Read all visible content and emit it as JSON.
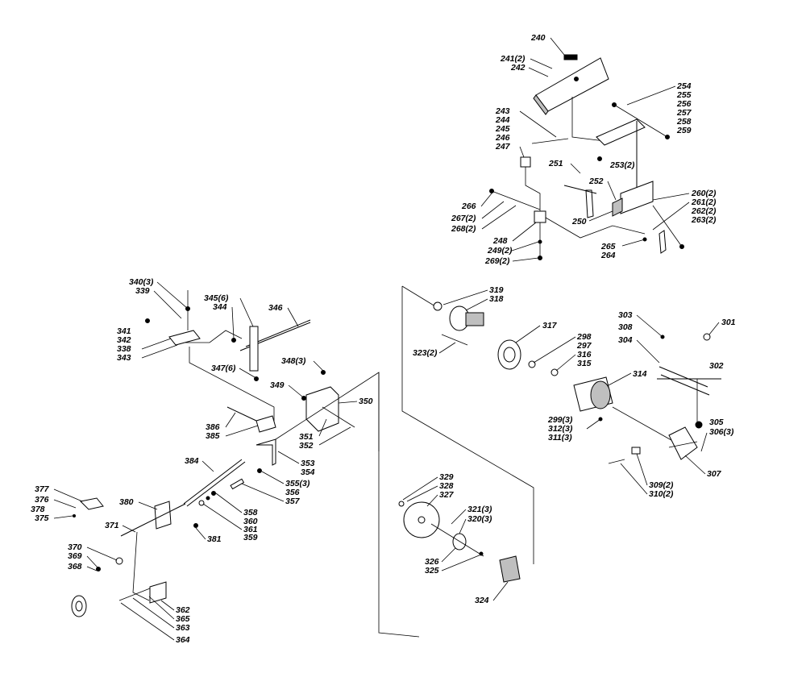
{
  "labels": [
    "240",
    "241(2)",
    "242",
    "243",
    "244",
    "245",
    "246",
    "247",
    "248",
    "249(2)",
    "250",
    "251",
    "252",
    "253(2)",
    "254",
    "255",
    "256",
    "257",
    "258",
    "259",
    "260(2)",
    "261(2)",
    "262(2)",
    "263(2)",
    "264",
    "265",
    "266",
    "267(2)",
    "268(2)",
    "269(2)",
    "301",
    "302",
    "303",
    "304",
    "305",
    "306(3)",
    "307",
    "308",
    "309(2)",
    "310(2)",
    "311(3)",
    "312(3)",
    "314",
    "315",
    "316",
    "297",
    "298",
    "299(3)",
    "317",
    "318",
    "319",
    "320(3)",
    "321(3)",
    "323(2)",
    "324",
    "325",
    "326",
    "327",
    "328",
    "329",
    "338",
    "339",
    "340(3)",
    "341",
    "342",
    "343",
    "344",
    "345(6)",
    "346",
    "347(6)",
    "348(3)",
    "349",
    "350",
    "351",
    "352",
    "353",
    "354",
    "355(3)",
    "356",
    "357",
    "358",
    "359",
    "360",
    "361",
    "362",
    "363",
    "364",
    "365",
    "368",
    "369",
    "370",
    "371",
    "375",
    "376",
    "377",
    "378",
    "380",
    "381",
    "384",
    "385",
    "386"
  ]
}
